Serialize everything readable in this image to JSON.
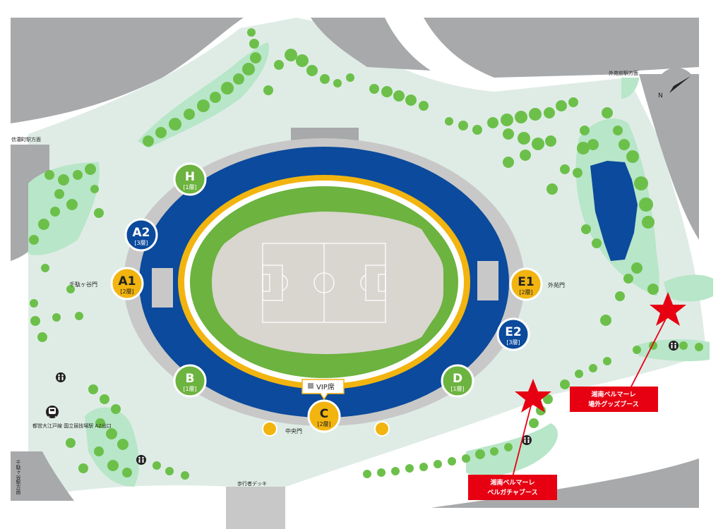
{
  "map": {
    "colors": {
      "park": "#dfece6",
      "road": "#a7a9ab",
      "tree": "#6cc04a",
      "lawn": "#b8e6c8",
      "navy": "#0b4a9c",
      "yellow": "#f2b40f",
      "green_ring": "#6cb33f",
      "pitch_bg": "#d9d5cf",
      "booth_red": "#e60012",
      "concourse": "#c8c8c8"
    },
    "places": {
      "shinanomachi": "信濃町駅方面",
      "gaienmae": "外苑前駅方面",
      "sendagaya_station": "千駄ヶ谷駅方面",
      "sendagaya_gate": "千駄ヶ谷門",
      "gaien_gate": "外苑門",
      "central_gate": "中央門",
      "deck": "歩行者デッキ",
      "subway": "都営大江戸線 国立競技場駅 A2出口"
    },
    "vip": "VIP席",
    "gates": [
      {
        "id": "H",
        "sub": "[1層]",
        "color": "green"
      },
      {
        "id": "A2",
        "sub": "[3層]",
        "color": "navy"
      },
      {
        "id": "A1",
        "sub": "[2層]",
        "color": "yellow"
      },
      {
        "id": "B",
        "sub": "[1層]",
        "color": "green"
      },
      {
        "id": "C",
        "sub": "[2層]",
        "color": "yellow"
      },
      {
        "id": "D",
        "sub": "[1層]",
        "color": "green"
      },
      {
        "id": "E1",
        "sub": "[2層]",
        "color": "yellow"
      },
      {
        "id": "E2",
        "sub": "[3層]",
        "color": "navy"
      }
    ],
    "booths": [
      {
        "line1": "湘南ベルマーレ",
        "line2": "場外グッズブース"
      },
      {
        "line1": "湘南ベルマーレ",
        "line2": "ベルガチャブース"
      }
    ],
    "icons": [
      "toilet-icon",
      "train-icon",
      "compass-icon",
      "star-icon"
    ]
  }
}
